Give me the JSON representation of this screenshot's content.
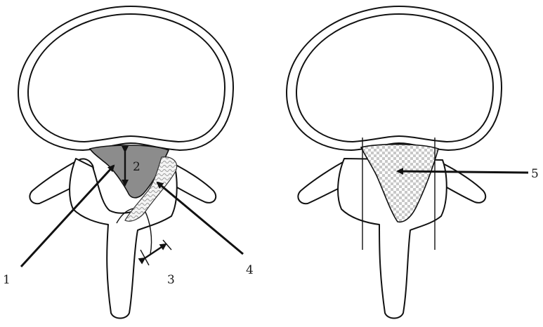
{
  "diagram": {
    "labels": {
      "label_1": "1",
      "label_2": "2",
      "label_3": "3",
      "label_4": "4",
      "label_5": "5"
    },
    "colors": {
      "canal_fill": "#8c8c8c",
      "texture_fill": "#dcdcdc",
      "checker_light": "#ffffff",
      "checker_dark": "#c8c8c8",
      "line": "#111111"
    }
  }
}
